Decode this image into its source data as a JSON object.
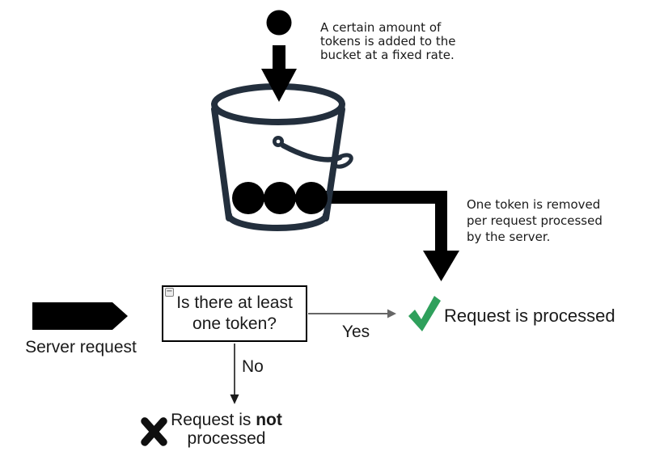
{
  "colors": {
    "background": "#ffffff",
    "ink": "#000000",
    "text": "#1a1a1a",
    "bucket_stroke": "#232f3d",
    "check_green": "#2fa05c",
    "flow_arrow_gray": "#666666",
    "box_border": "#000000"
  },
  "icons": {
    "token": "filled-circle-icon",
    "bucket": "bucket-icon",
    "add_arrow": "thick-down-arrow-icon",
    "remove_arrow": "thick-elbow-down-arrow-icon",
    "server_request": "block-right-arrow-icon",
    "success": "green-check-icon",
    "failure": "black-cross-icon",
    "collapse": "minus-icon"
  },
  "annotations": {
    "token_add": "A certain amount of\ntokens is added to the\nbucket at a fixed rate.",
    "token_remove": "One token is removed\nper request processed\nby the server."
  },
  "flow": {
    "server_request_label": "Server request",
    "decision_line1": "Is there at least",
    "decision_line2": "one token?",
    "collapse_icon_glyph": "−",
    "yes_label": "Yes",
    "no_label": "No",
    "processed_label": "Request is processed",
    "not_processed_prefix": "Request is ",
    "not_processed_bold": "not",
    "not_processed_line2": "processed"
  }
}
